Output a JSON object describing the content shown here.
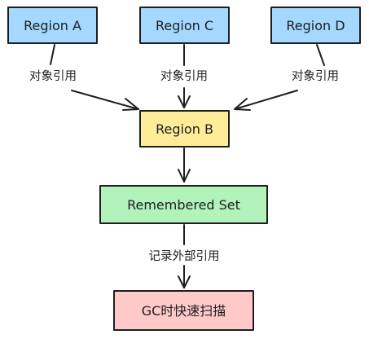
{
  "nodes": {
    "region_a": {
      "label": "Region A",
      "fill": "#a5d8ff"
    },
    "region_c": {
      "label": "Region C",
      "fill": "#a5d8ff"
    },
    "region_d": {
      "label": "Region D",
      "fill": "#a5d8ff"
    },
    "region_b": {
      "label": "Region B",
      "fill": "#ffec99"
    },
    "remembered_set": {
      "label": "Remembered Set",
      "fill": "#b2f2bb"
    },
    "gc_scan": {
      "label": "GC时快速扫描",
      "fill": "#ffc9c9"
    }
  },
  "edges": {
    "a_to_b": {
      "label": "对象引用"
    },
    "c_to_b": {
      "label": "对象引用"
    },
    "d_to_b": {
      "label": "对象引用"
    },
    "b_to_rs": {
      "label": ""
    },
    "rs_to_gc": {
      "label": "记录外部引用"
    }
  }
}
